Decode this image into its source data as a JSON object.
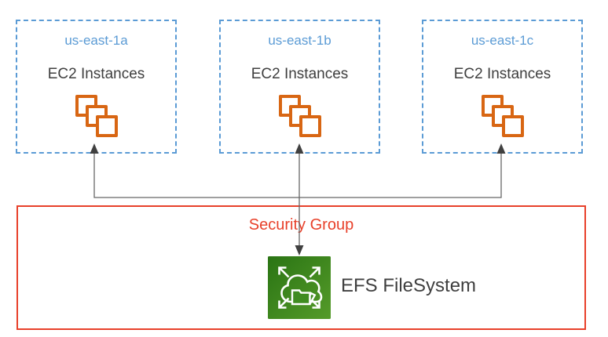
{
  "diagram": {
    "availability_zones": [
      {
        "name": "us-east-1a",
        "service_label": "EC2 Instances"
      },
      {
        "name": "us-east-1b",
        "service_label": "EC2 Instances"
      },
      {
        "name": "us-east-1c",
        "service_label": "EC2 Instances"
      }
    ],
    "security_group": {
      "label": "Security Group"
    },
    "efs": {
      "label": "EFS FileSystem"
    },
    "icons": {
      "ec2": "ec2-instances-stack-icon",
      "efs": "efs-filesystem-icon"
    },
    "colors": {
      "az_border_and_label": "#5B9BD5",
      "ec2_icon_orange": "#D86613",
      "security_group_red": "#E8402A",
      "body_text": "#3F3F3F",
      "connector_line": "#666666",
      "arrowhead": "#404040",
      "efs_green_dark": "#2A7414",
      "efs_green_light": "#559B29"
    }
  }
}
